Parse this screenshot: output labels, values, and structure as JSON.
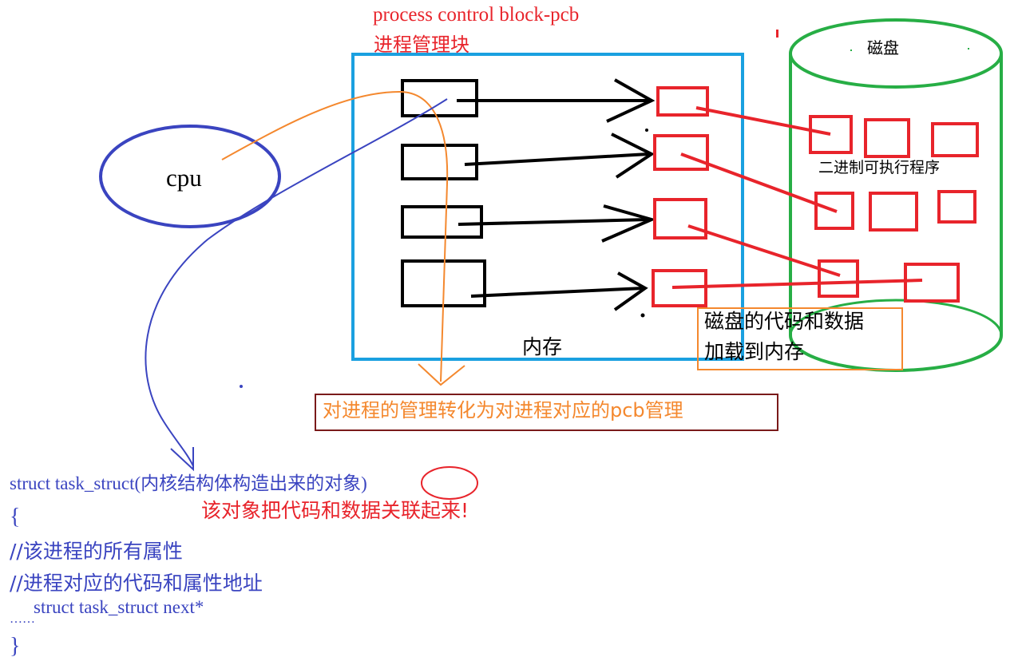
{
  "labels": {
    "pcb_title_en": "process control block-pcb",
    "pcb_title_cn": "进程管理块",
    "cpu": "cpu",
    "disk": "磁盘",
    "binary_exec": "二进制可执行程序",
    "memory": "内存",
    "load_line1": "磁盘的代码和数据",
    "load_line2": "加载到内存",
    "conversion": "对进程的管理转化为对进程对应的pcb管理",
    "code_line1_prefix": "struct task_struct(内核结构体构造出来的",
    "code_line1_circled": "对象",
    "code_line1_suffix": ")",
    "code_annotation": "该对象把代码和数据关联起来!",
    "code_brace_open": "{",
    "code_comment1": "//该进程的所有属性",
    "code_comment2": "//进程对应的代码和属性地址",
    "code_next": "struct task_struct next*",
    "code_ellipsis": "……",
    "code_brace_close": "}"
  },
  "colors": {
    "red": "#e8242b",
    "blue": "#3a44c0",
    "black": "#000000",
    "orange": "#f4882e",
    "green": "#27ae45",
    "memory_border": "#1aa0e0",
    "dark_red": "#7a1a1a"
  }
}
